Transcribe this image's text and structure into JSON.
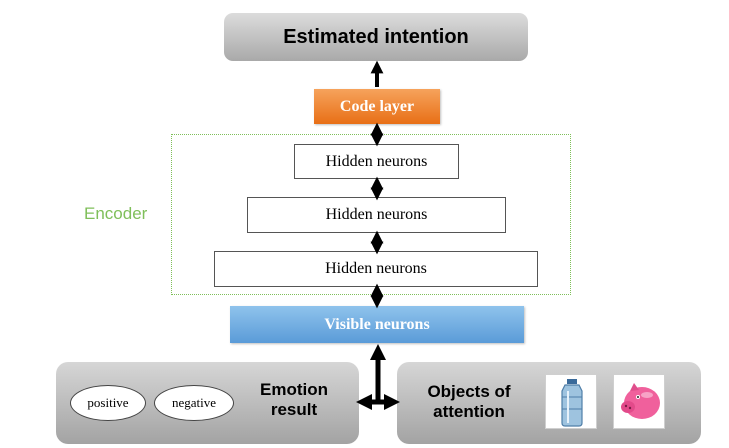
{
  "top_box": {
    "label": "Estimated intention"
  },
  "code_layer": {
    "label": "Code layer"
  },
  "encoder": {
    "label": "Encoder"
  },
  "hidden_layers": [
    {
      "label": "Hidden neurons"
    },
    {
      "label": "Hidden neurons"
    },
    {
      "label": "Hidden neurons"
    }
  ],
  "visible_layer": {
    "label": "Visible neurons"
  },
  "emotion_panel": {
    "title_line1": "Emotion",
    "title_line2": "result",
    "positive": "positive",
    "negative": "negative"
  },
  "objects_panel": {
    "title_line1": "Objects of",
    "title_line2": "attention",
    "images": [
      "water-bottle-icon",
      "pink-piggy-icon"
    ]
  },
  "colors": {
    "code_layer": "#e86f16",
    "visible_layer": "#5a9bd8",
    "encoder": "#7fbf5a",
    "panel_gray": "#a9a9a9"
  }
}
